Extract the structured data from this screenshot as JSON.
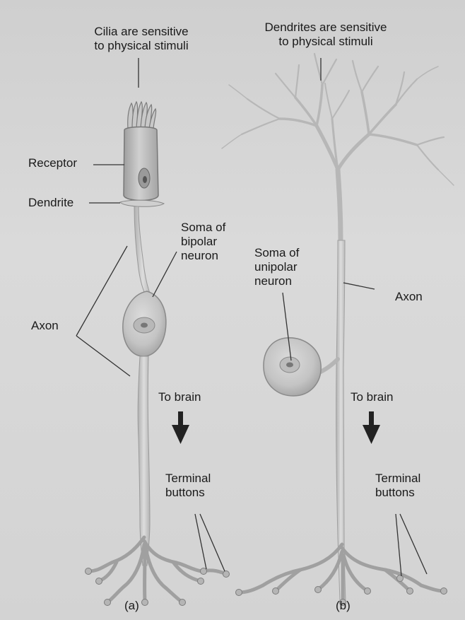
{
  "labels": {
    "cilia_caption": "Cilia are sensitive\nto physical stimuli",
    "dendrites_caption": "Dendrites are sensitive\nto physical stimuli",
    "receptor": "Receptor",
    "dendrite": "Dendrite",
    "soma_bipolar": "Soma of\nbipolar\nneuron",
    "soma_unipolar": "Soma of\nunipolar\nneuron",
    "axon_left": "Axon",
    "axon_right": "Axon",
    "to_brain_left": "To brain",
    "to_brain_right": "To brain",
    "terminal_left": "Terminal\nbuttons",
    "terminal_right": "Terminal\nbuttons",
    "panel_a": "(a)",
    "panel_b": "(b)"
  },
  "colors": {
    "neuron_fill": "#c9c9c9",
    "neuron_stroke": "#8c8c8c",
    "arrow": "#222222",
    "line": "#333333"
  }
}
